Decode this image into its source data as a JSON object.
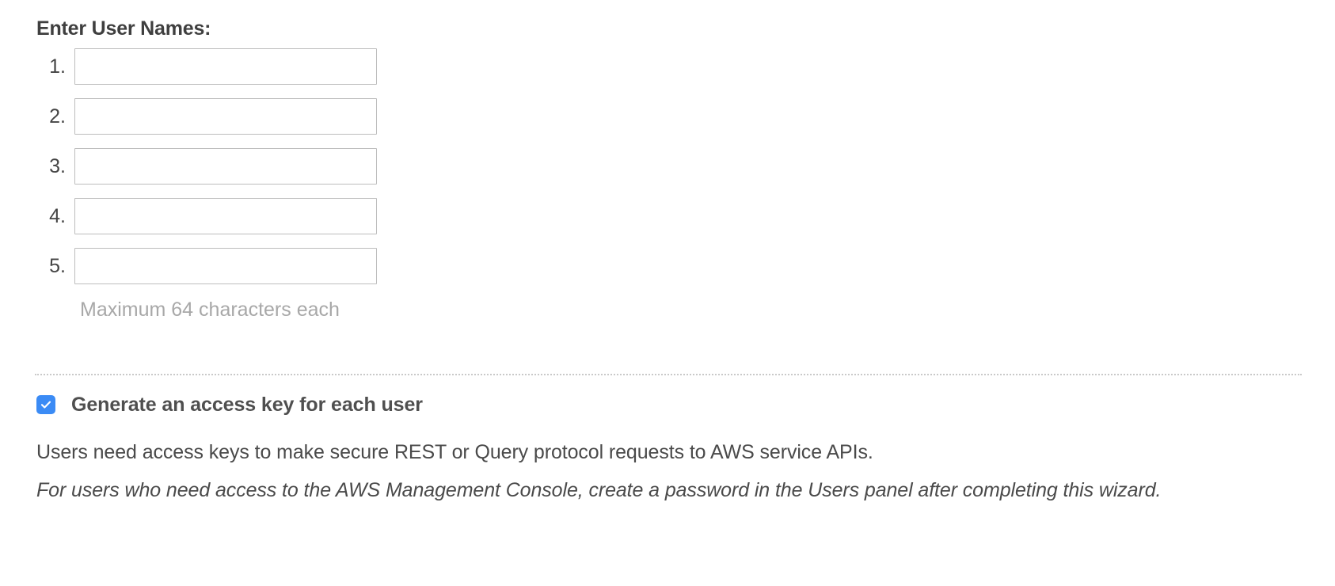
{
  "user_names": {
    "heading": "Enter User Names:",
    "rows": [
      {
        "number": "1.",
        "value": "",
        "placeholder": ""
      },
      {
        "number": "2.",
        "value": "",
        "placeholder": ""
      },
      {
        "number": "3.",
        "value": "",
        "placeholder": ""
      },
      {
        "number": "4.",
        "value": "",
        "placeholder": ""
      },
      {
        "number": "5.",
        "value": "",
        "placeholder": ""
      }
    ],
    "hint": "Maximum 64 characters each"
  },
  "access_key": {
    "checkbox_label": "Generate an access key for each user",
    "checked": true,
    "description": "Users need access keys to make secure REST or Query protocol requests to AWS service APIs.",
    "note": "For users who need access to the AWS Management Console, create a password in the Users panel after completing this wizard."
  },
  "colors": {
    "checkbox_blue": "#3b8bf5",
    "heading_text": "#3f3f3f",
    "body_text": "#4a4a4a",
    "hint_text": "#a8a8a8",
    "input_border": "#bdbdbd",
    "divider": "#c9c9c9",
    "background": "#ffffff"
  }
}
